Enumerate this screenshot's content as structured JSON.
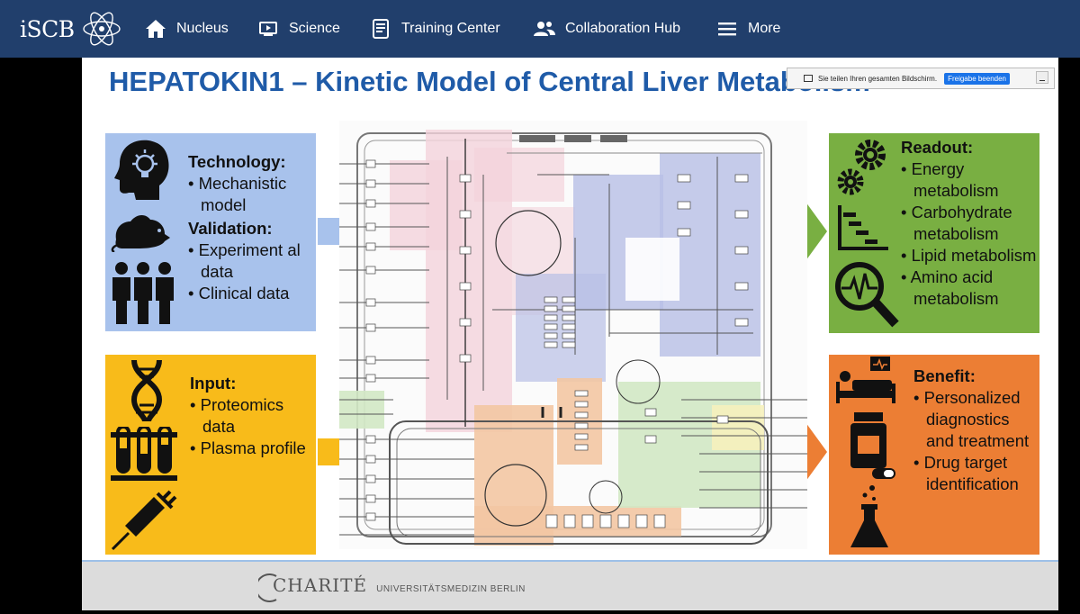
{
  "nav": {
    "logo_text": "iSCB",
    "items": [
      {
        "label": "Nucleus",
        "icon": "home-icon"
      },
      {
        "label": "Science",
        "icon": "screen-play-icon"
      },
      {
        "label": "Training Center",
        "icon": "book-icon"
      },
      {
        "label": "Collaboration Hub",
        "icon": "people-icon"
      },
      {
        "label": "More",
        "icon": "hamburger-icon"
      }
    ]
  },
  "share_bar": {
    "message": "Sie teilen Ihren gesamten Bildschirm.",
    "stop_label": "Freigabe beenden"
  },
  "slide": {
    "title": "HEPATOKIN1 – Kinetic Model of Central Liver Metabolism",
    "technology": {
      "heading": "Technology:",
      "bullets": [
        "• Mechanistic model"
      ],
      "validation_heading": "Validation:",
      "validation_bullets": [
        "• Experiment al data",
        "• Clinical data"
      ]
    },
    "input": {
      "heading": "Input:",
      "bullets": [
        "• Proteomics data",
        "• Plasma profile"
      ]
    },
    "readout": {
      "heading": "Readout:",
      "bullets": [
        "• Energy metabolism",
        "• Carbohydrate metabolism",
        "• Lipid metabolism",
        "• Amino acid metabolism"
      ]
    },
    "benefit": {
      "heading": "Benefit:",
      "bullets": [
        "• Personalized diagnostics and treatment",
        "• Drug target identification"
      ]
    },
    "footer": {
      "brand": "CHARITÉ",
      "sub": "UNIVERSITÄTSMEDIZIN BERLIN"
    },
    "colors": {
      "title": "#1f5ba8",
      "technology_panel": "#a8c2ec",
      "input_panel": "#f8bb1a",
      "readout_panel": "#79af42",
      "benefit_panel": "#ec7e34",
      "nav_bg": "#213f6c"
    }
  }
}
